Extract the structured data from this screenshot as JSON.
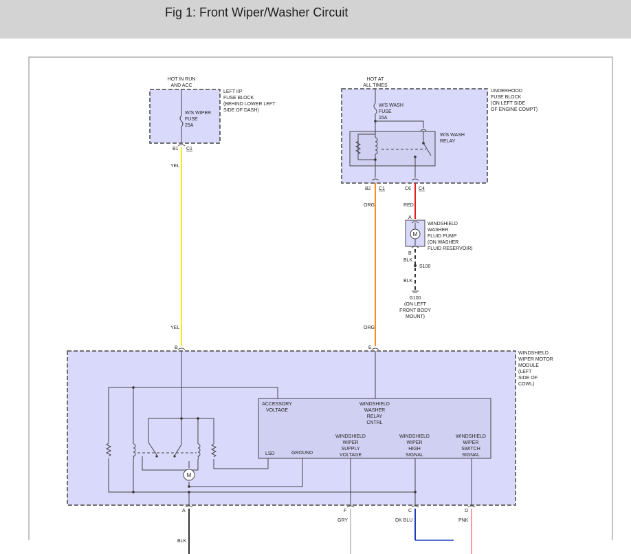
{
  "header": {
    "title": "Fig 1: Front Wiper/Washer Circuit"
  },
  "colors": {
    "box_fill": "#d9d9fb",
    "box_stroke": "#444444",
    "wire_yel": "#f2f200",
    "wire_org": "#ff8c1a",
    "wire_red": "#e02020",
    "wire_gry": "#c8c8c8",
    "wire_pnk": "#ff9aa8",
    "wire_dkblu": "#1f3fbf",
    "wire_blk": "#333333"
  },
  "left_fuse_block": {
    "source_lines": [
      "HOT IN RUN",
      "AND ACC"
    ],
    "label_lines": [
      "LEFT I/P",
      "FUSE BLOCK",
      "(BEHIND LOWER LEFT",
      "SIDE OF DASH)"
    ],
    "fuse_lines": [
      "W/S WIPER",
      "FUSE",
      "25A"
    ],
    "pin": "B1",
    "connector": "C1"
  },
  "underhood_fuse_block": {
    "source_lines": [
      "HOT AT",
      "ALL TIMES"
    ],
    "label_lines": [
      "UNDERHOOD",
      "FUSE BLOCK",
      "(ON LEFT SIDE",
      "OF ENGINE COMPT)"
    ],
    "fuse_lines": [
      "W/S WASH",
      "FUSE",
      "15A"
    ],
    "relay_lines": [
      "W/S WASH",
      "RELAY"
    ],
    "pin_left": "B2",
    "connector_left": "C1",
    "pin_right": "C6",
    "connector_right": "C4"
  },
  "wires": {
    "yel": "YEL",
    "org": "ORG",
    "red": "RED",
    "blk": "BLK",
    "gry": "GRY",
    "dkblu": "DK BLU",
    "pnk": "PNK"
  },
  "pump": {
    "label_lines": [
      "WINDSHIELD",
      "WASHER",
      "FLUID PUMP",
      "(ON WASHER",
      "FLUID RESERVOIR)"
    ],
    "pin_top": "A",
    "pin_bottom": "B",
    "motor": "M"
  },
  "splice": "S100",
  "ground": {
    "label_lines": [
      "G100",
      "(ON LEFT",
      "FRONT BODY",
      "MOUNT)"
    ]
  },
  "module": {
    "label_lines": [
      "WINDSHIELD",
      "WIPER MOTOR",
      "MODULE",
      "(LEFT",
      "SIDE OF",
      "COWL)"
    ],
    "pin_b": "B",
    "pin_e": "E",
    "pin_a": "A",
    "pin_f": "F",
    "pin_c": "C",
    "pin_d": "D",
    "accessory_lines": [
      "ACCESSORY",
      "VOLTAGE"
    ],
    "relay_ctrl_lines": [
      "WINDSHIELD",
      "WASHER",
      "RELAY",
      "CNTRL"
    ],
    "supply_lines": [
      "WINDSHIELD",
      "WIPER",
      "SUPPLY",
      "VOLTAGE"
    ],
    "high_lines": [
      "WINDSHIELD",
      "WIPER",
      "HIGH",
      "SIGNAL"
    ],
    "switch_lines": [
      "WINDSHIELD",
      "WIPER",
      "SWITCH",
      "SIGNAL"
    ],
    "lsd": "LSD",
    "ground": "GROUND",
    "motor": "M"
  }
}
